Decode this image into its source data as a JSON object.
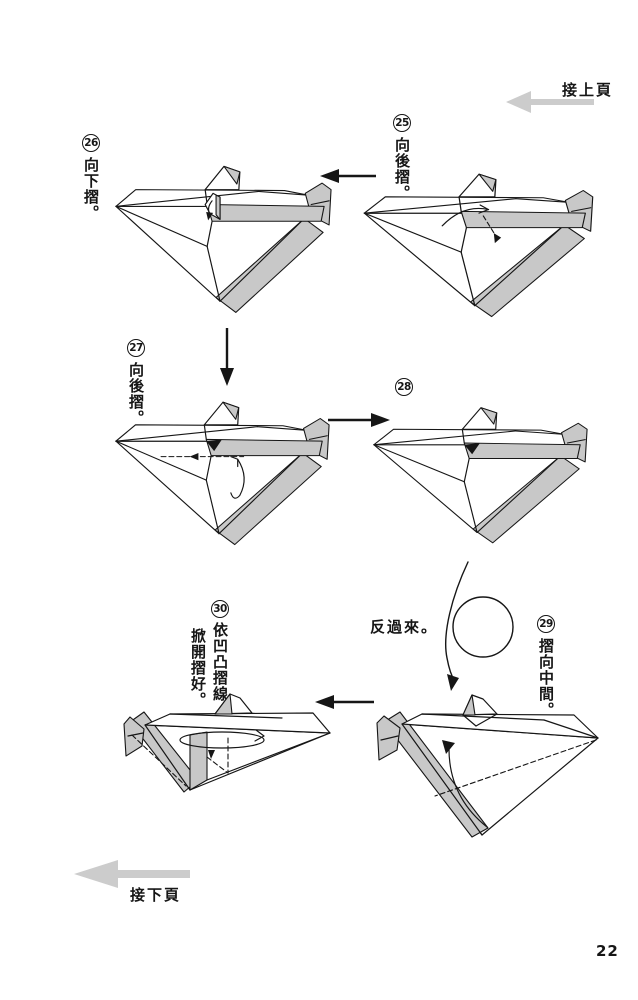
{
  "page": {
    "number": "22"
  },
  "nav": {
    "top_label": "接上頁",
    "bottom_label": "接下頁"
  },
  "annotations": {
    "turn_over": "反過來。"
  },
  "steps": {
    "s25": {
      "num": "25",
      "caption": "向後摺。"
    },
    "s26": {
      "num": "26",
      "caption": "向下摺。"
    },
    "s27": {
      "num": "27",
      "caption": "向後摺。"
    },
    "s28": {
      "num": "28"
    },
    "s29": {
      "num": "29",
      "caption": "摺向中間。"
    },
    "s30": {
      "num": "30",
      "caption_col_right": "依凹凸摺線",
      "caption_col_left": "掀開摺好。"
    }
  },
  "colors": {
    "ink": "#161616",
    "paper": "#ffffff",
    "shade": "#c8c8c8",
    "nav": "#cccccc"
  }
}
